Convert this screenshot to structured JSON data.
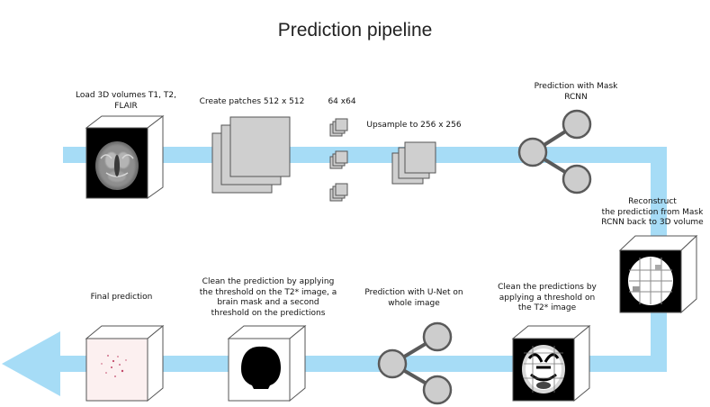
{
  "title": "Prediction pipeline",
  "steps": {
    "load": "Load 3D volumes T1, T2,\nFLAIR",
    "patches": "Create patches 512 x 512",
    "small": "64 x64",
    "upsample": "Upsample to 256 x 256",
    "maskrcnn": "Prediction with Mask\nRCNN",
    "reconstruct": "Reconstruct\nthe prediction from Mask\nRCNN back to 3D volume",
    "threshold": "Clean the predictions by\napplying a threshold on\nthe T2* image",
    "unet": "Prediction with U-Net on\nwhole image",
    "clean": "Clean the prediction by applying\nthe threshold on the T2* image, a\nbrain mask and a second\nthreshold on the predictions",
    "final": "Final prediction"
  },
  "colors": {
    "flow_arrow": "#a6dcf6",
    "box_face": "#cfcfcf",
    "box_stroke": "#555555",
    "node_fill": "#cdcdcd",
    "node_stroke": "#5a5a5a",
    "cube_stroke": "#555555"
  }
}
